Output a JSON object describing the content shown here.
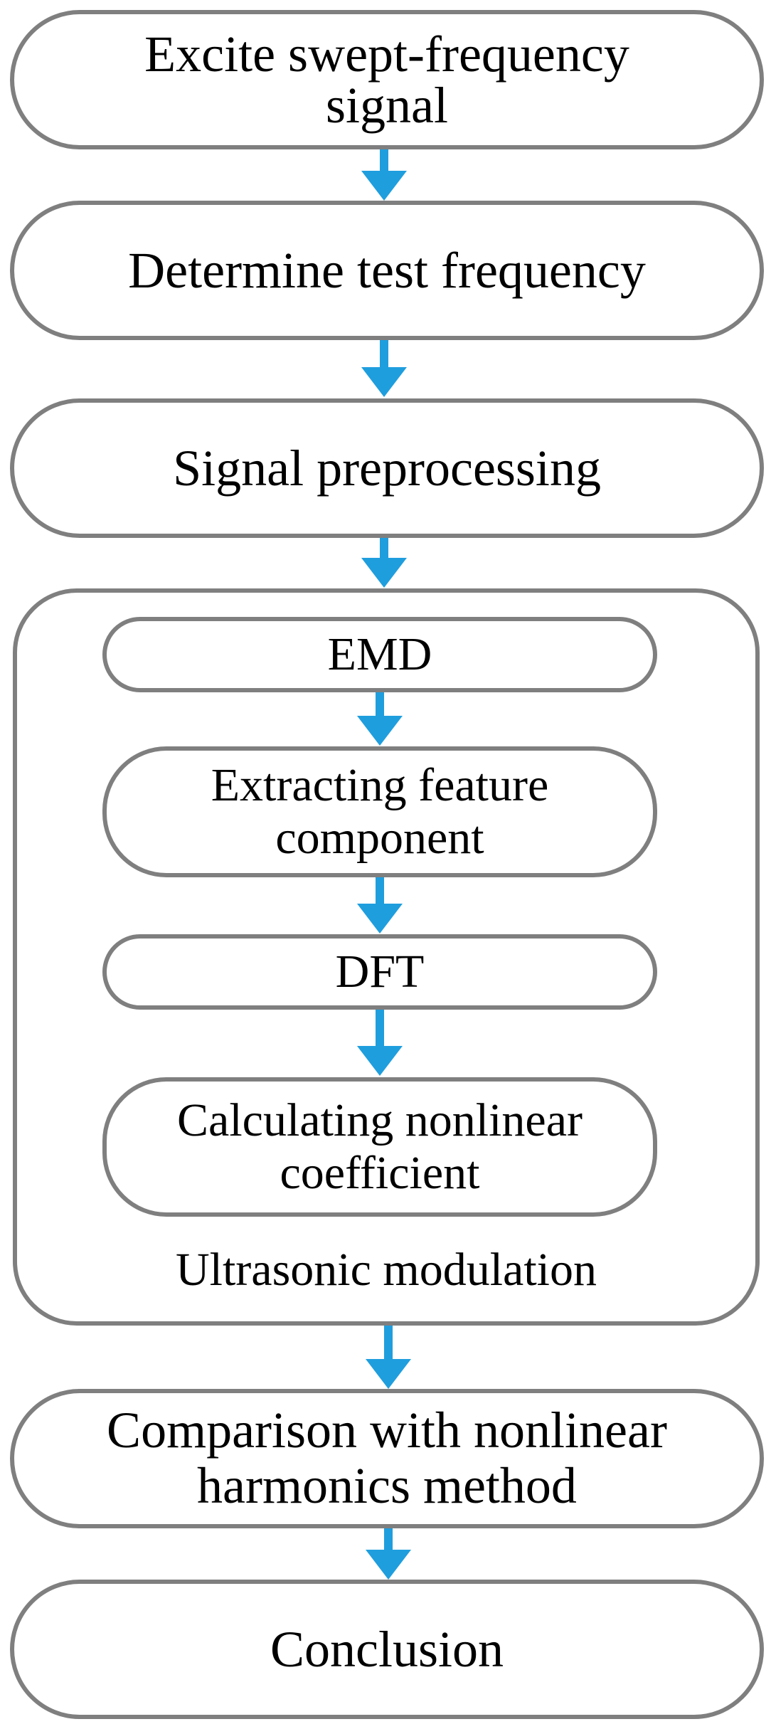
{
  "flow": {
    "step1": "Excite swept-frequency signal",
    "step2": "Determine test frequency",
    "step3": "Signal preprocessing",
    "group": {
      "label": "Ultrasonic modulation",
      "sub1": "EMD",
      "sub2": "Extracting feature component",
      "sub3": "DFT",
      "sub4": "Calculating nonlinear coefficient"
    },
    "step4": "Comparison with nonlinear harmonics method",
    "step5": "Conclusion"
  },
  "colors": {
    "box_border": "#7f7f7f",
    "arrow": "#1f9ede"
  }
}
